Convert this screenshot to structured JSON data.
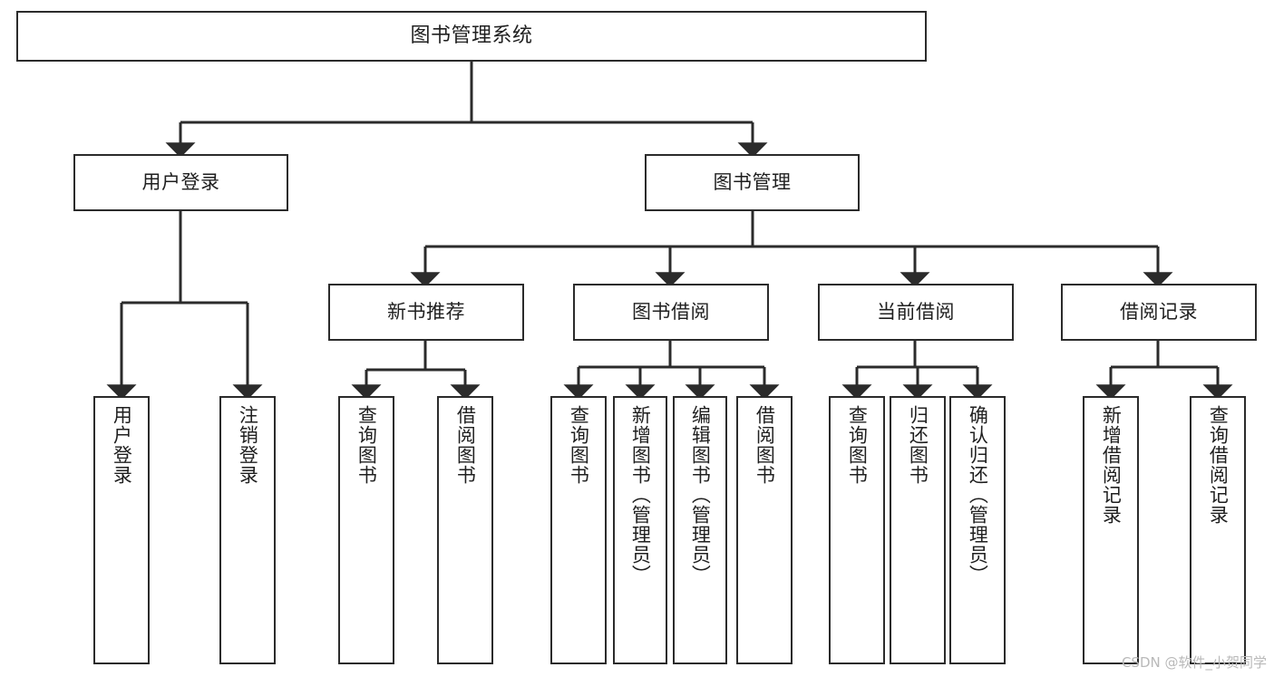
{
  "diagram": {
    "title": "图书管理系统",
    "type": "tree",
    "stroke_color": "#2b2b2b",
    "background_color": "#ffffff",
    "text_color": "#1f1f1f",
    "nodes": {
      "root": {
        "label": "图书管理系统"
      },
      "level2": [
        {
          "id": "user-login",
          "label": "用户登录"
        },
        {
          "id": "book-manage",
          "label": "图书管理"
        }
      ],
      "level3": [
        {
          "id": "new-book-recommend",
          "label": "新书推荐"
        },
        {
          "id": "book-borrow",
          "label": "图书借阅"
        },
        {
          "id": "current-borrow",
          "label": "当前借阅"
        },
        {
          "id": "borrow-record",
          "label": "借阅记录"
        }
      ],
      "leaves": {
        "user_login": [
          {
            "id": "leaf-user-login",
            "label": "用户登录"
          },
          {
            "id": "leaf-logout-login",
            "label": "注销登录"
          }
        ],
        "new_book_recommend": [
          {
            "id": "leaf-query-book-1",
            "label": "查询图书"
          },
          {
            "id": "leaf-borrow-book-1",
            "label": "借阅图书"
          }
        ],
        "book_borrow": [
          {
            "id": "leaf-query-book-2",
            "label": "查询图书"
          },
          {
            "id": "leaf-add-book",
            "label": "新增图书（管理员）"
          },
          {
            "id": "leaf-edit-book",
            "label": "编辑图书（管理员）"
          },
          {
            "id": "leaf-borrow-book-2",
            "label": "借阅图书"
          }
        ],
        "current_borrow": [
          {
            "id": "leaf-query-book-3",
            "label": "查询图书"
          },
          {
            "id": "leaf-return-book",
            "label": "归还图书"
          },
          {
            "id": "leaf-confirm-return",
            "label": "确认归还（管理员）"
          }
        ],
        "borrow_record": [
          {
            "id": "leaf-add-record",
            "label": "新增借阅记录"
          },
          {
            "id": "leaf-query-record",
            "label": "查询借阅记录"
          }
        ]
      }
    }
  },
  "watermark": {
    "text": "CSDN @软件_小贺同学"
  }
}
